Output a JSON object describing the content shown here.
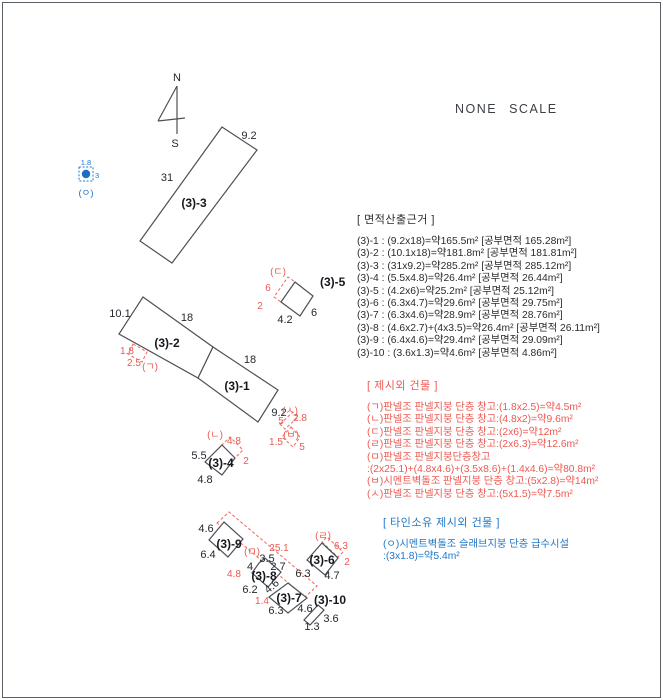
{
  "scale_note": "NONE SCALE",
  "compass": {
    "north": "N",
    "south": "S"
  },
  "colors": {
    "red": "#ec5a52",
    "blue": "#2078c8",
    "line": "#4d5157",
    "text": "#25282d"
  },
  "water_icon": {
    "width": "1.8",
    "side": "3",
    "label": "(ㅇ)"
  },
  "parcels": {
    "p3_3": {
      "name": "(3)-3",
      "d_top": "9.2",
      "d_left": "31"
    },
    "p3_2": {
      "name": "(3)-2",
      "d_left": "10.1",
      "d_top": "18"
    },
    "p3_1": {
      "name": "(3)-1",
      "d_top": "18",
      "d_right": "9.2"
    },
    "p3_5": {
      "name": "(3)-5",
      "d_bottom": "4.2",
      "d_right": "6"
    },
    "p3_4": {
      "name": "(3)-4",
      "d_left": "5.5",
      "d_bottom": "4.8"
    },
    "p3_9": {
      "name": "(3)-9",
      "d_top": "4.6",
      "d_left": "6.4"
    },
    "p3_8": {
      "name": "(3)-8",
      "d_top1": "4",
      "d_top2": "3.5",
      "d_top3": "2.7",
      "d_left": "6.2",
      "d_edge": "4.6"
    },
    "p3_7": {
      "name": "(3)-7",
      "d_left": "6.3",
      "d_right": "4.6"
    },
    "p3_6": {
      "name": "(3)-6",
      "d_left": "6.3",
      "d_bottom": "4.7"
    },
    "p3_10": {
      "name": "(3)-10",
      "d_long": "3.6",
      "d_short": "1.3"
    }
  },
  "red_marks": {
    "g": {
      "label": "(ㄱ)",
      "d1": "1.8",
      "d2": "2.5"
    },
    "n": {
      "label": "(ㄴ)",
      "d1": "4.8",
      "d2": "2"
    },
    "d": {
      "label": "(ㄷ)",
      "d1": "6",
      "d2": "2"
    },
    "r": {
      "label": "(ㄹ)",
      "d1": "6.3",
      "d2": "2"
    },
    "m": {
      "label": "(ㅁ)",
      "d1": "25.1",
      "d2": "4.8",
      "d3": "1.4"
    },
    "s": {
      "label": "(ㅅ)",
      "d1": "5",
      "d2": "2.8"
    },
    "b": {
      "label": "(ㅂ)",
      "d1": "1.5",
      "d2": "5"
    }
  },
  "sections": {
    "area_basis": {
      "title": "[ 면적산출근거 ]",
      "lines": [
        "(3)-1 : (9.2x18)=약165.5m² [공부면적 165.28m²]",
        "(3)-2 : (10.1x18)=약181.8m² [공부면적 181.81m²]",
        "(3)-3 : (31x9.2)=약285.2m² [공부면적 285.12m²]",
        "(3)-4 : (5.5x4.8)=약26.4m² [공부면적 26.44m²]",
        "(3)-5 : (4.2x6)=약25.2m² [공부면적 25.12m²]",
        "(3)-6 : (6.3x4.7)=약29.6m² [공부면적 29.75m²]",
        "(3)-7 : (6.3x4.6)=약28.9m² [공부면적 28.76m²]",
        "(3)-8 : (4.6x2.7)+(4x3.5)=약26.4m² [공부면적 26.11m²]",
        "(3)-9 : (6.4x4.6)=약29.4m² [공부면적 29.09m²]",
        "(3)-10 : (3.6x1.3)=약4.6m² [공부면적 4.86m²]"
      ]
    },
    "extra_buildings": {
      "title": "[ 제시외 건물 ]",
      "lines": [
        "(ㄱ)판넬조 판넬지붕 단층 창고:(1.8x2.5)=약4.5m²",
        "(ㄴ)판넬조 판넬지붕 단층 창고:(4.8x2)=약9.6m²",
        "(ㄷ)판넬조 판넬지붕 단층 창고:(2x6)=약12m²",
        "(ㄹ)판넬조 판넬지붕 단층 창고:(2x6.3)=약12.6m²",
        "(ㅁ)판넬조 판넬지붕단층창고",
        ":(2x25.1)+(4.8x4.6)+(3.5x8.6)+(1.4x4.6)=약80.8m²",
        "(ㅂ)시멘트벽돌조 판넬지붕 단층 창고:(5x2.8)=약14m²",
        "(ㅅ)판넬조 판넬지붕 단층 창고:(5x1.5)=약7.5m²"
      ]
    },
    "other_owner": {
      "title": "[ 타인소유 제시외 건물 ]",
      "lines": [
        "(ㅇ)시멘트벽돌조 슬래브지붕 단층 급수시설",
        ":(3x1.8)=약5.4m²"
      ]
    }
  }
}
